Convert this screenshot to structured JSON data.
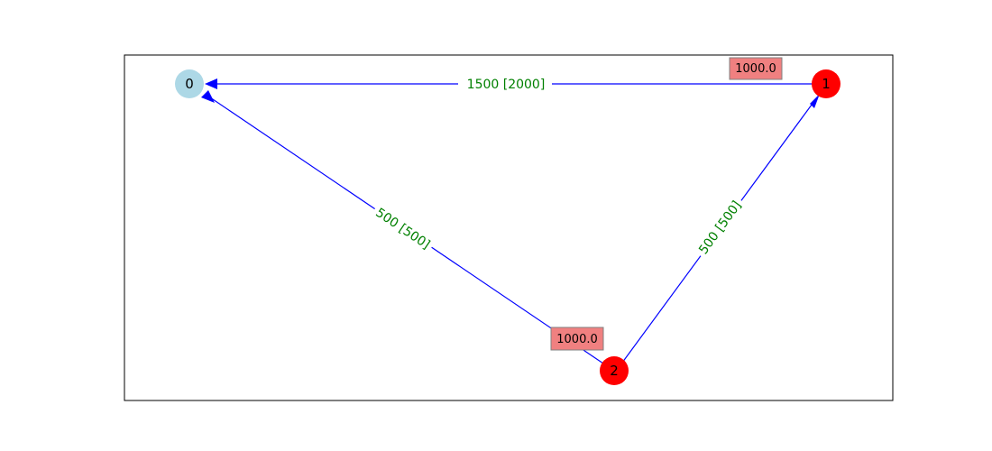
{
  "colors": {
    "edge": "#0000ff",
    "edge_label": "#008000",
    "node_default": "#add8e6",
    "node_active": "#ff0000",
    "value_box_fill": "#f08080",
    "value_box_stroke": "#808080",
    "frame": "#000000"
  },
  "nodes": [
    {
      "id": "0",
      "label": "0",
      "color": "#add8e6"
    },
    {
      "id": "1",
      "label": "1",
      "color": "#ff0000"
    },
    {
      "id": "2",
      "label": "2",
      "color": "#ff0000"
    }
  ],
  "edges": [
    {
      "from": "1",
      "to": "0",
      "label": "1500  [2000]"
    },
    {
      "from": "2",
      "to": "0",
      "label": "500  [500]"
    },
    {
      "from": "2",
      "to": "1",
      "label": "500  [500]"
    }
  ],
  "value_boxes": [
    {
      "node": "1",
      "label": "1000.0"
    },
    {
      "node": "2",
      "label": "1000.0"
    }
  ]
}
